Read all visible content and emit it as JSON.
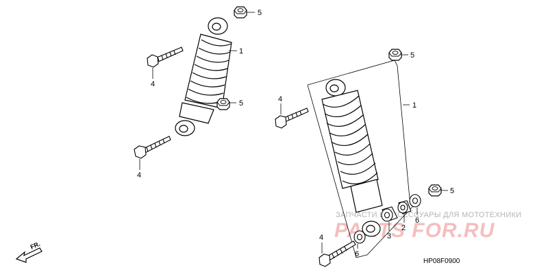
{
  "diagram": {
    "part_code": "HP08F0900",
    "direction_label": "FR.",
    "watermark": {
      "line1": "ЗАПЧАСТИ И АКСЕССУАРЫ ДЛЯ МОТОТЕХНИКИ",
      "line2": "PARTS FOR.RU"
    },
    "callouts": {
      "c1a": "1",
      "c1b": "1",
      "c2": "2",
      "c3": "3",
      "c4a": "4",
      "c4b": "4",
      "c4c": "4",
      "c4d": "4",
      "c5a": "5",
      "c5b": "5",
      "c5c": "5",
      "c5d": "5",
      "c6a": "6",
      "c6b": "6"
    }
  }
}
